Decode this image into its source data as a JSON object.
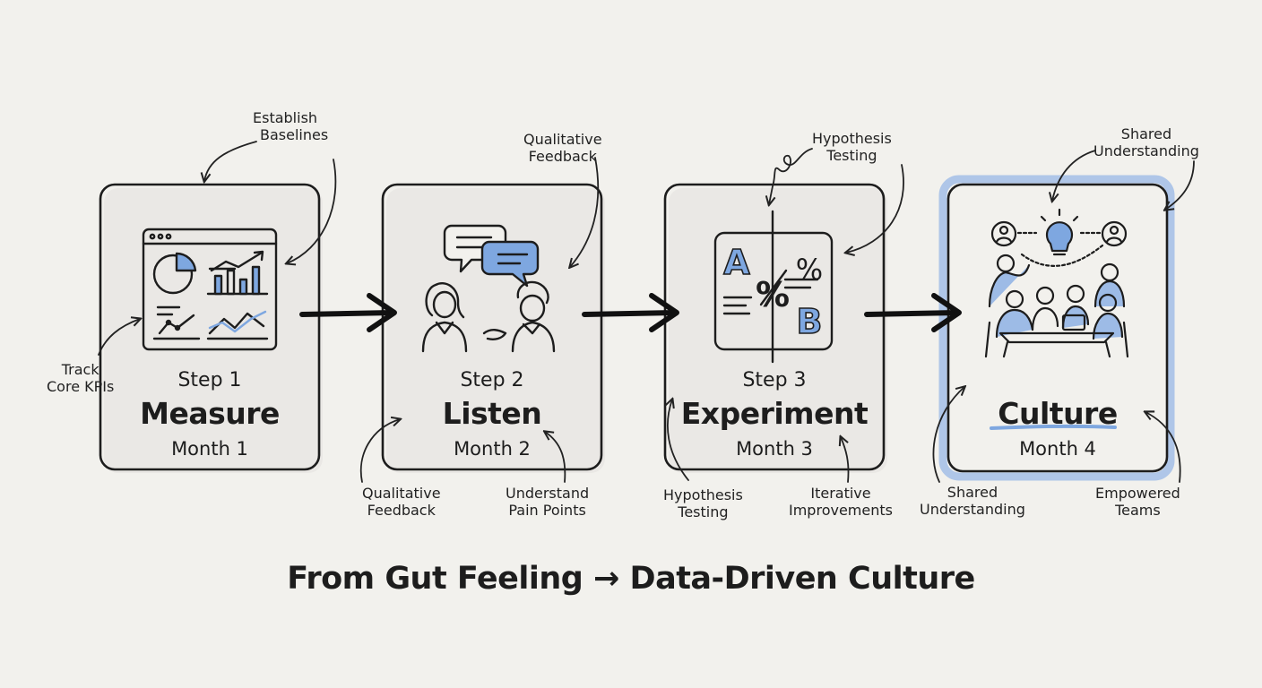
{
  "cards": [
    {
      "step": "Step 1",
      "name": "Measure",
      "month": "Month 1"
    },
    {
      "step": "Step 2",
      "name": "Listen",
      "month": "Month 2"
    },
    {
      "step": "Step 3",
      "name": "Experiment",
      "month": "Month 3"
    },
    {
      "step": "",
      "name": "Culture",
      "month": "Month 4"
    }
  ],
  "annotations": {
    "establish": [
      "Establish",
      "Baselines"
    ],
    "track": [
      "Track",
      "Core KPIs"
    ],
    "qual_top": [
      "Qualitative",
      "Feedback"
    ],
    "qual_bottom": [
      "Qualitative",
      "Feedback"
    ],
    "pain": [
      "Understand",
      "Pain Points"
    ],
    "hyp_top": [
      "Hypothesis",
      "Testing"
    ],
    "hyp_bottom": [
      "Hypothesis",
      "Testing"
    ],
    "iter": [
      "Iterative",
      "Improvements"
    ],
    "shared_top": [
      "Shared",
      "Understanding"
    ],
    "shared_bottom": [
      "Shared",
      "Understanding"
    ],
    "empowered": [
      "Empowered",
      "Teams"
    ]
  },
  "ab_icon": {
    "a": "A",
    "b": "B",
    "pct": "%"
  },
  "tagline": "From Gut Feeling → Data-Driven Culture",
  "colors": {
    "accent": "#7ea7e0",
    "accent_dark": "#4f7fc4",
    "ink": "#1d1d1d",
    "paper": "#f2f1ed"
  },
  "icons": {
    "measure": "dashboard-charts-icon",
    "listen": "conversation-people-icon",
    "experiment": "ab-test-icon",
    "culture": "team-collaboration-icon"
  }
}
